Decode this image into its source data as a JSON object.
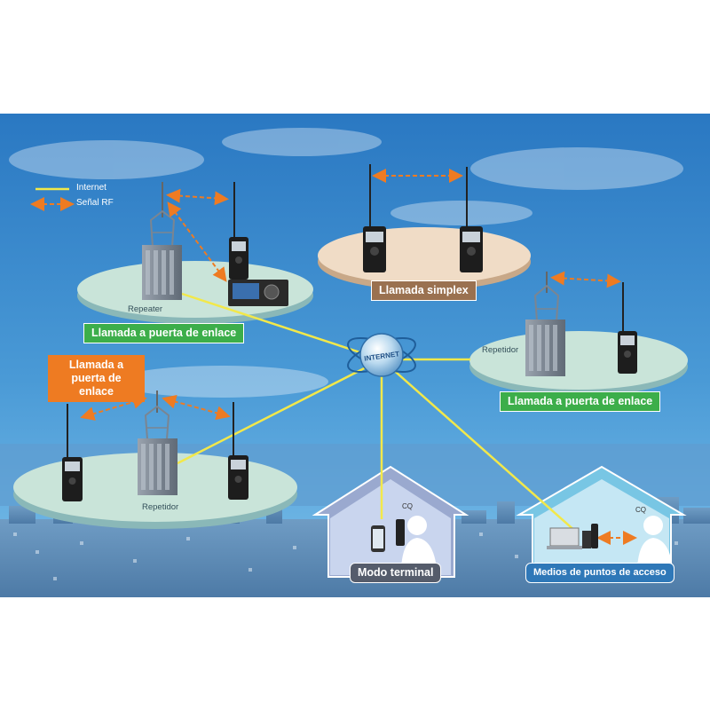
{
  "legend": {
    "internet_label": "Internet",
    "rf_label": "Señal RF"
  },
  "colors": {
    "internet_line": "#f2e84a",
    "rf_arrow": "#ee7b22",
    "gateway_tag": "#3cae4a",
    "simplex_tag": "#9a7150",
    "sky_top": "#2f7fc8",
    "sky_bottom": "#5fb2e6"
  },
  "scenes": {
    "gateway_top_left": {
      "tag": "Llamada a puerta de enlace",
      "building_label": "Repeater"
    },
    "simplex": {
      "tag": "Llamada simplex"
    },
    "gateway_right": {
      "tag": "Llamada a puerta de enlace",
      "building_label": "Repetidor"
    },
    "gateway_bottom_left": {
      "tag": "Llamada a puerta de enlace",
      "building_label": "Repetidor",
      "callout": "Llamada a puerta de enlace"
    },
    "terminal_mode": {
      "tag": "Modo terminal",
      "speech": "CQ"
    },
    "access_point": {
      "tag": "Medios de puntos de acceso",
      "speech": "CQ"
    }
  },
  "internet_hub": {
    "label": "INTERNET"
  }
}
